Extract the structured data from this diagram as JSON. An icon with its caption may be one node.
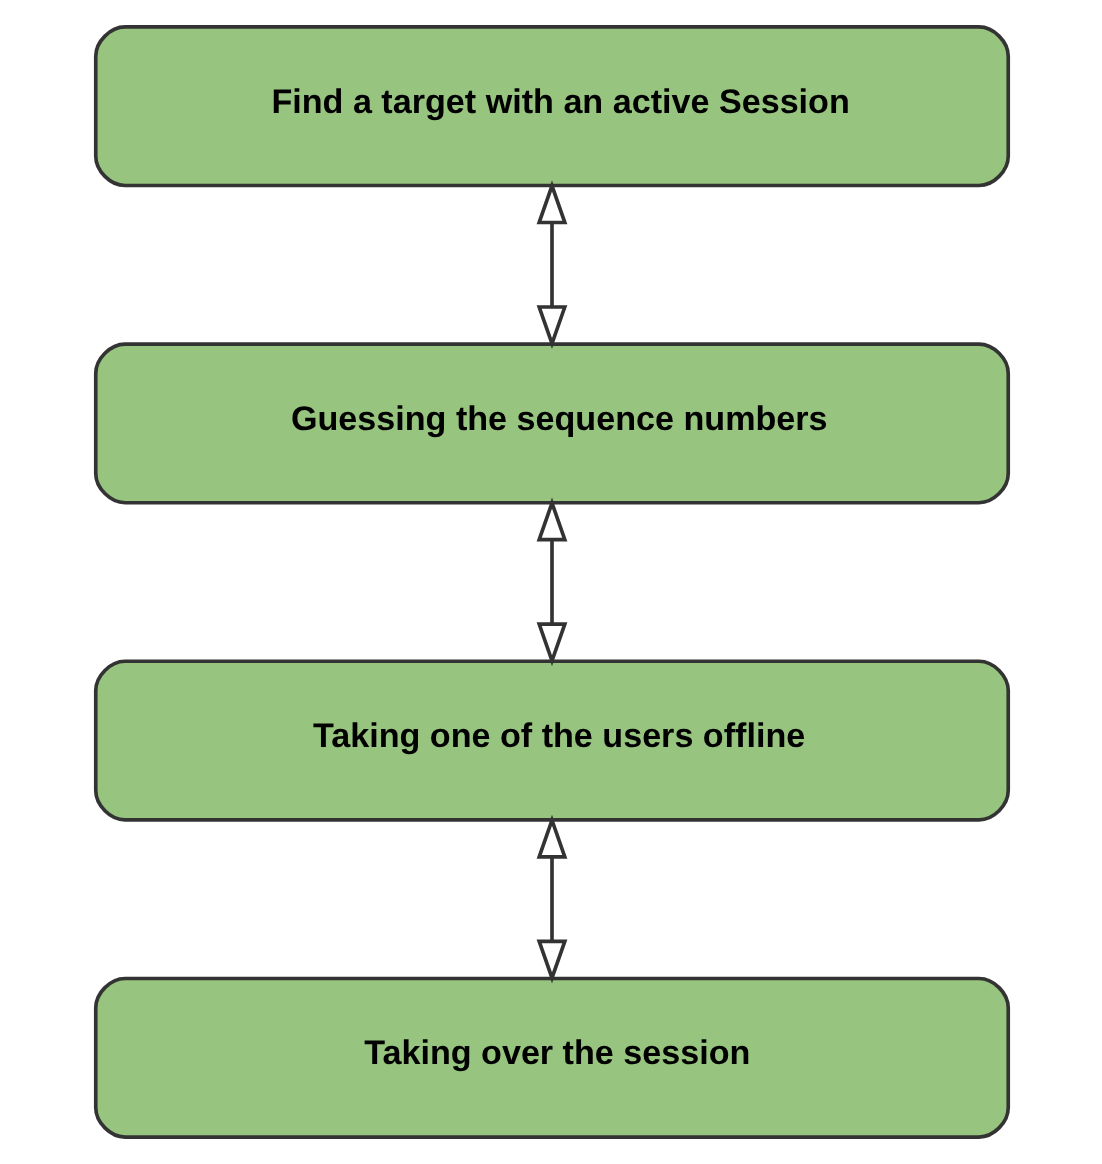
{
  "diagram": {
    "nodes": [
      {
        "text": [
          "Find a target with an active Session"
        ]
      },
      {
        "text": [
          "Guessing the sequence numbers"
        ]
      },
      {
        "text": [
          "Taking one of the users offline"
        ]
      },
      {
        "text": [
          "Taking over the session"
        ]
      }
    ],
    "edges": [
      {
        "from": 0,
        "to": 1,
        "arrow": "both"
      },
      {
        "from": 1,
        "to": 2,
        "arrow": "both"
      },
      {
        "from": 2,
        "to": 3,
        "arrow": "both"
      }
    ]
  }
}
